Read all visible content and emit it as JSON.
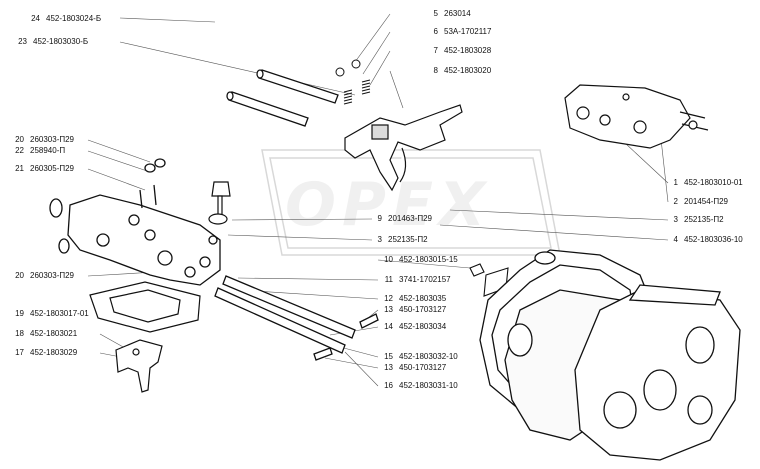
{
  "diagram": {
    "watermark": "OPEX",
    "callouts": [
      {
        "id": "c24",
        "num": "24",
        "code": "452-1803024-Б"
      },
      {
        "id": "c23",
        "num": "23",
        "code": "452-1803030-Б"
      },
      {
        "id": "c5",
        "num": "5",
        "code": "263014"
      },
      {
        "id": "c6",
        "num": "6",
        "code": "53А-1702117"
      },
      {
        "id": "c7",
        "num": "7",
        "code": "452-1803028"
      },
      {
        "id": "c8",
        "num": "8",
        "code": "452-1803020"
      },
      {
        "id": "c20a",
        "num": "20",
        "code": "260303-П29"
      },
      {
        "id": "c22",
        "num": "22",
        "code": "258940-П"
      },
      {
        "id": "c21",
        "num": "21",
        "code": "260305-П29"
      },
      {
        "id": "c9",
        "num": "9",
        "code": "201463-П29"
      },
      {
        "id": "c3a",
        "num": "3",
        "code": "252135-П2"
      },
      {
        "id": "c20b",
        "num": "20",
        "code": "260303-П29"
      },
      {
        "id": "c10",
        "num": "10",
        "code": "452-1803015-15"
      },
      {
        "id": "c11",
        "num": "11",
        "code": "3741-1702157"
      },
      {
        "id": "c12",
        "num": "12",
        "code": "452-1803035"
      },
      {
        "id": "c13a",
        "num": "13",
        "code": "450-1703127"
      },
      {
        "id": "c14",
        "num": "14",
        "code": "452-1803034"
      },
      {
        "id": "c19",
        "num": "19",
        "code": "452-1803017-01"
      },
      {
        "id": "c18",
        "num": "18",
        "code": "452-1803021"
      },
      {
        "id": "c17",
        "num": "17",
        "code": "452-1803029"
      },
      {
        "id": "c15",
        "num": "15",
        "code": "452-1803032-10"
      },
      {
        "id": "c13b",
        "num": "13",
        "code": "450-1703127"
      },
      {
        "id": "c16",
        "num": "16",
        "code": "452-1803031-10"
      },
      {
        "id": "c1",
        "num": "1",
        "code": "452-1803010-01"
      },
      {
        "id": "c2",
        "num": "2",
        "code": "201454-П29"
      },
      {
        "id": "c3b",
        "num": "3",
        "code": "252135-П2"
      },
      {
        "id": "c4",
        "num": "4",
        "code": "452-1803036-10"
      }
    ]
  }
}
